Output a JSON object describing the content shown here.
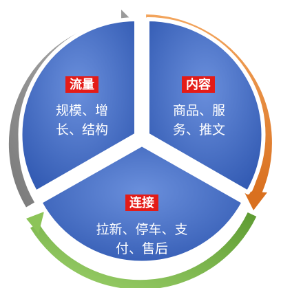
{
  "segments": [
    {
      "id": "flow",
      "title": "流量",
      "lines": [
        "规模、增",
        "长、结构"
      ]
    },
    {
      "id": "content",
      "title": "内容",
      "lines": [
        "商品、服",
        "务、推文"
      ]
    },
    {
      "id": "connect",
      "title": "连接",
      "lines": [
        "拉新、停车、支",
        "付、售后"
      ]
    }
  ],
  "colors": {
    "sector_fill": "#3f67bf",
    "sector_fill_light": "#5b82d6",
    "title_bg": "#e41b17",
    "arrow_gray": "#8c8c8c",
    "arrow_orange": "#e98a3a",
    "arrow_green": "#77b347",
    "divider": "#ffffff"
  }
}
